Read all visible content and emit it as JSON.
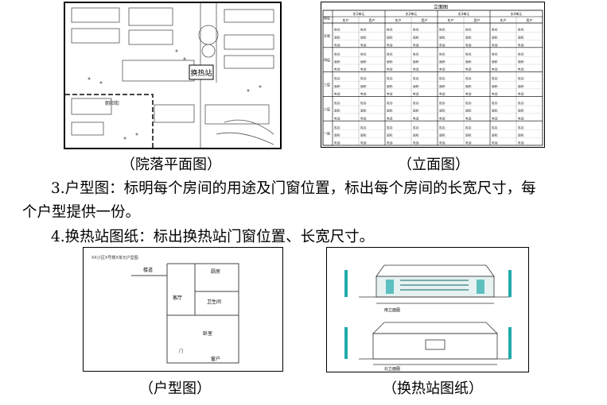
{
  "figures": {
    "site_plan": {
      "caption": "（院落平面图）",
      "station_label": "换热站",
      "road_label": "朝阳街"
    },
    "elevation_table": {
      "caption": "（立面图）",
      "title": "立面图",
      "corner_header": "楼层",
      "unit_headers": [
        "东1单元",
        "东2单元",
        "东3单元",
        "东4单元"
      ],
      "sub_headers": [
        "东户",
        "西户"
      ],
      "floor_labels": [
        "五层",
        "四层",
        "三层",
        "二层",
        "一层"
      ],
      "row_fields": [
        "姓名:",
        "面积:",
        "电话:"
      ]
    },
    "floor_plan": {
      "caption": "（户型图）",
      "note": "XX小区X号楼X单元户型图",
      "rooms": [
        "厨房",
        "客厅",
        "卫生间",
        "卧室"
      ],
      "labels": [
        "楼道",
        "窗户",
        "门"
      ]
    },
    "station_drawing": {
      "caption": "（换热站图纸）",
      "top_title": "南立面图",
      "bottom_title": "北立面图"
    }
  },
  "paragraphs": {
    "p3_line1": "3.户型图：标明每个房间的用途及门窗位置，标出每个房间的长宽尺寸，每",
    "p3_line2": "个户型提供一份。",
    "p4": "4.换热站图纸：标出换热站门窗位置、长宽尺寸。"
  }
}
